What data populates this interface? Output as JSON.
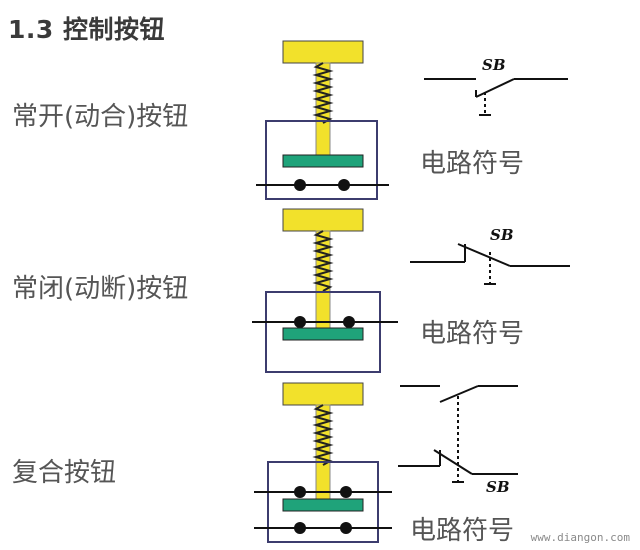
{
  "header": {
    "title": "1.3  控制按钮"
  },
  "rows": [
    {
      "label": "常开(动合)按钮",
      "symbol_caption": "电路符号",
      "symbol_tag": "SB"
    },
    {
      "label": "常闭(动断)按钮",
      "symbol_caption": "电路符号",
      "symbol_tag": "SB"
    },
    {
      "label": "复合按钮",
      "symbol_caption": "电路符号",
      "symbol_tag": "SB"
    }
  ],
  "footer": {
    "watermark": "www.diangon.com"
  },
  "colors": {
    "button_cap": "#f2e12b",
    "contact_bar": "#1fa37a",
    "housing_border": "#3c3c6e",
    "line": "#111111"
  }
}
